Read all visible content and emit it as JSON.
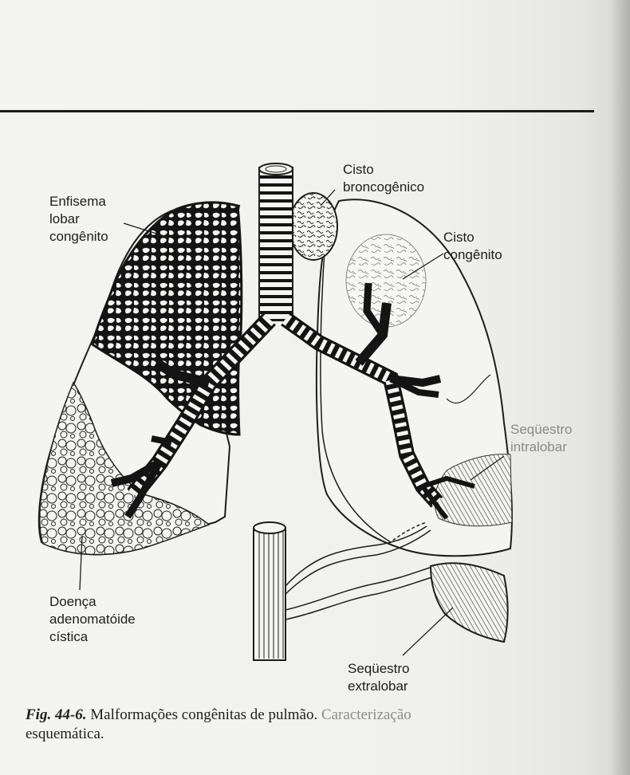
{
  "labels": {
    "enfisema": [
      "Enfisema",
      "lobar",
      "congênito"
    ],
    "cisto_broncogenico": [
      "Cisto",
      "broncogênico"
    ],
    "cisto_congenito": [
      "Cisto",
      "congênito"
    ],
    "sequestro_intralobar": [
      "Seqüestro",
      "intralobar"
    ],
    "doenca_adenomatoide": [
      "Doença",
      "adenomatóide",
      "cística"
    ],
    "sequestro_extralobar": [
      "Seqüestro",
      "extralobar"
    ]
  },
  "caption": {
    "figure_label": "Fig. 44-6.",
    "text": " Malformações congênitas de pulmão. ",
    "text_faded": "Caracterização",
    "text_line2": "esquemática."
  },
  "colors": {
    "ink": "#1d1d1d",
    "paper": "#f1f1ef",
    "faded_text": "#8a8a8a"
  }
}
